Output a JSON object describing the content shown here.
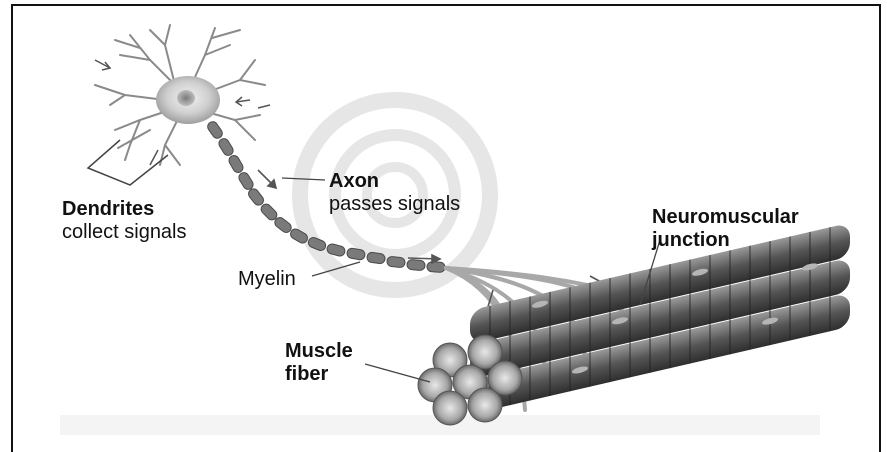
{
  "labels": {
    "dendrites_title": "Dendrites",
    "dendrites_desc": "collect signals",
    "axon_title": "Axon",
    "axon_desc": "passes signals",
    "myelin": "Myelin",
    "nmj_line1": "Neuromuscular",
    "nmj_line2": "junction",
    "muscle_line1": "Muscle",
    "muscle_line2": "fiber"
  },
  "colors": {
    "frame": "#111111",
    "axon_segment": "#7a7a7a",
    "cell_body": "#d0d0d0",
    "nucleus": "#9a9a9a",
    "muscle": "#6a6a6a",
    "watermark": "#e6e6e6"
  }
}
